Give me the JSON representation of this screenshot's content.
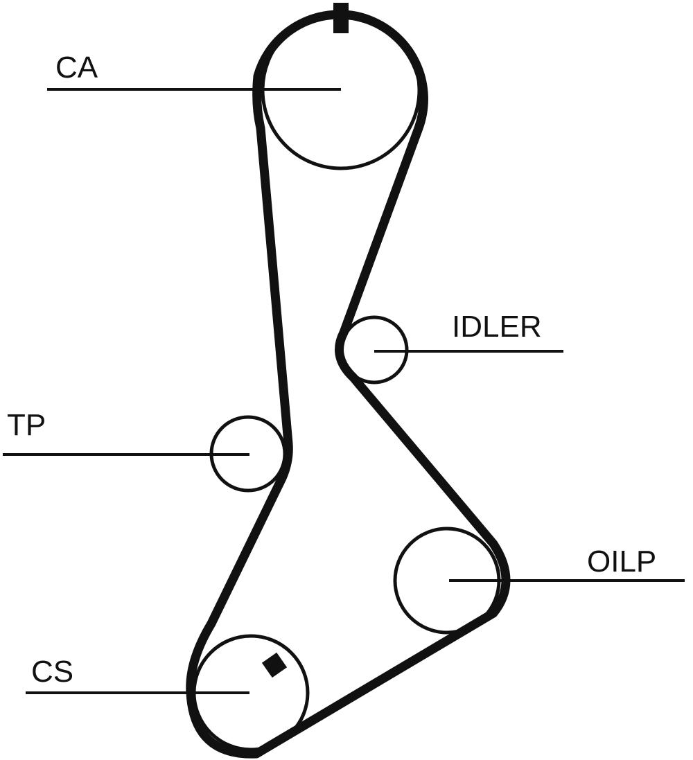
{
  "diagram": {
    "colors": {
      "line": "#111111",
      "background": "#ffffff"
    },
    "labels": {
      "camshaft": "CA",
      "idler": "IDLER",
      "tensioner": "TP",
      "oil_pump": "OILP",
      "crankshaft": "CS"
    }
  }
}
